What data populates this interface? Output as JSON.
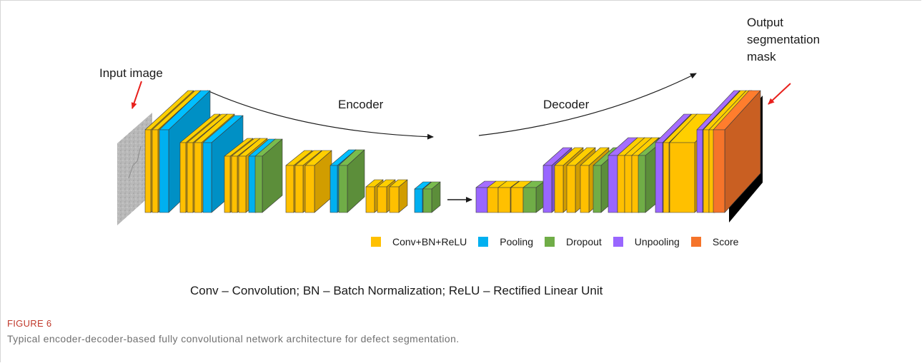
{
  "labels": {
    "input": "Input image",
    "encoder": "Encoder",
    "decoder": "Decoder",
    "output": "Output\nsegmentation\nmask"
  },
  "legend": [
    {
      "label": "Conv+BN+ReLU",
      "color": "#ffc000"
    },
    {
      "label": "Pooling",
      "color": "#00b0f0"
    },
    {
      "label": "Dropout",
      "color": "#70ad47"
    },
    {
      "label": "Unpooling",
      "color": "#9966ff"
    },
    {
      "label": "Score",
      "color": "#f5742a"
    }
  ],
  "abbreviations": "Conv – Convolution; BN – Batch Normalization; ReLU – Rectified Linear Unit",
  "figure": {
    "label": "FIGURE 6",
    "caption": "Typical encoder-decoder-based fully convolutional network architecture for defect segmentation."
  },
  "colors": {
    "conv": "#ffc000",
    "pool": "#00b0f0",
    "drop": "#70ad47",
    "unpool": "#9966ff",
    "score": "#f5742a",
    "arrow_red": "#e8201c"
  }
}
